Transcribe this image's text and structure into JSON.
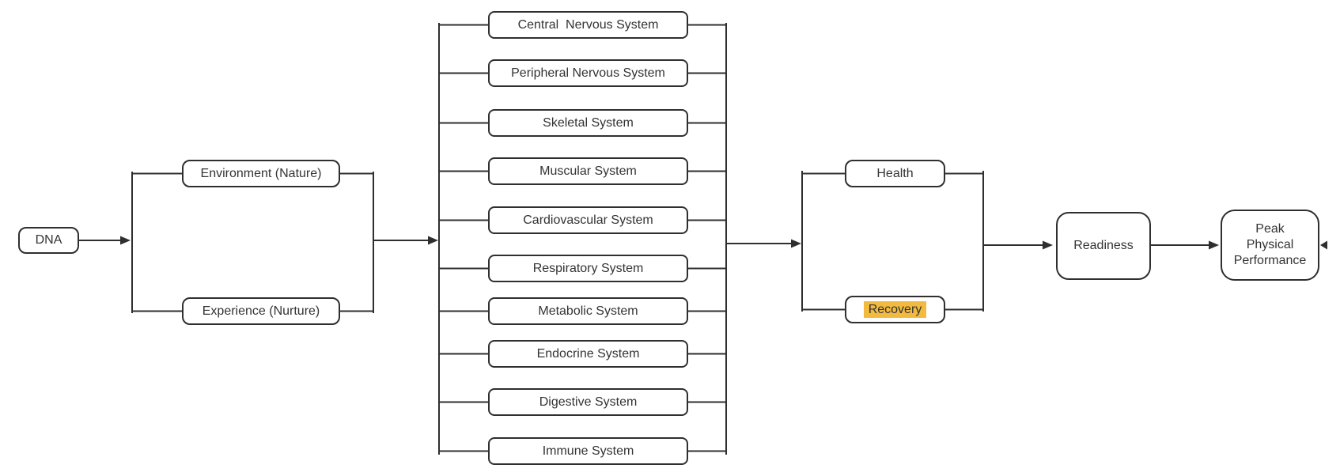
{
  "flowchart": {
    "nodes": {
      "dna": {
        "label": "DNA"
      },
      "environment": {
        "label": "Environment (Nature)"
      },
      "experience": {
        "label": "Experience (Nurture)"
      },
      "systems": [
        "Central  Nervous System",
        "Peripheral Nervous System",
        "Skeletal System",
        "Muscular System",
        "Cardiovascular System",
        "Respiratory System",
        "Metabolic System",
        "Endocrine System",
        "Digestive System",
        "Immune System"
      ],
      "health": {
        "label": "Health"
      },
      "recovery": {
        "label": "Recovery"
      },
      "readiness": {
        "label": "Readiness"
      },
      "peak_physical_performance": {
        "lines": [
          "Peak",
          "Physical",
          "Performance"
        ]
      }
    },
    "colors": {
      "line": "#2f2f2f",
      "node_border": "#2f2f2f",
      "node_fill": "#ffffff",
      "text": "#333333",
      "recovery_highlight": "#f2bb40",
      "background": "#ffffff"
    }
  }
}
